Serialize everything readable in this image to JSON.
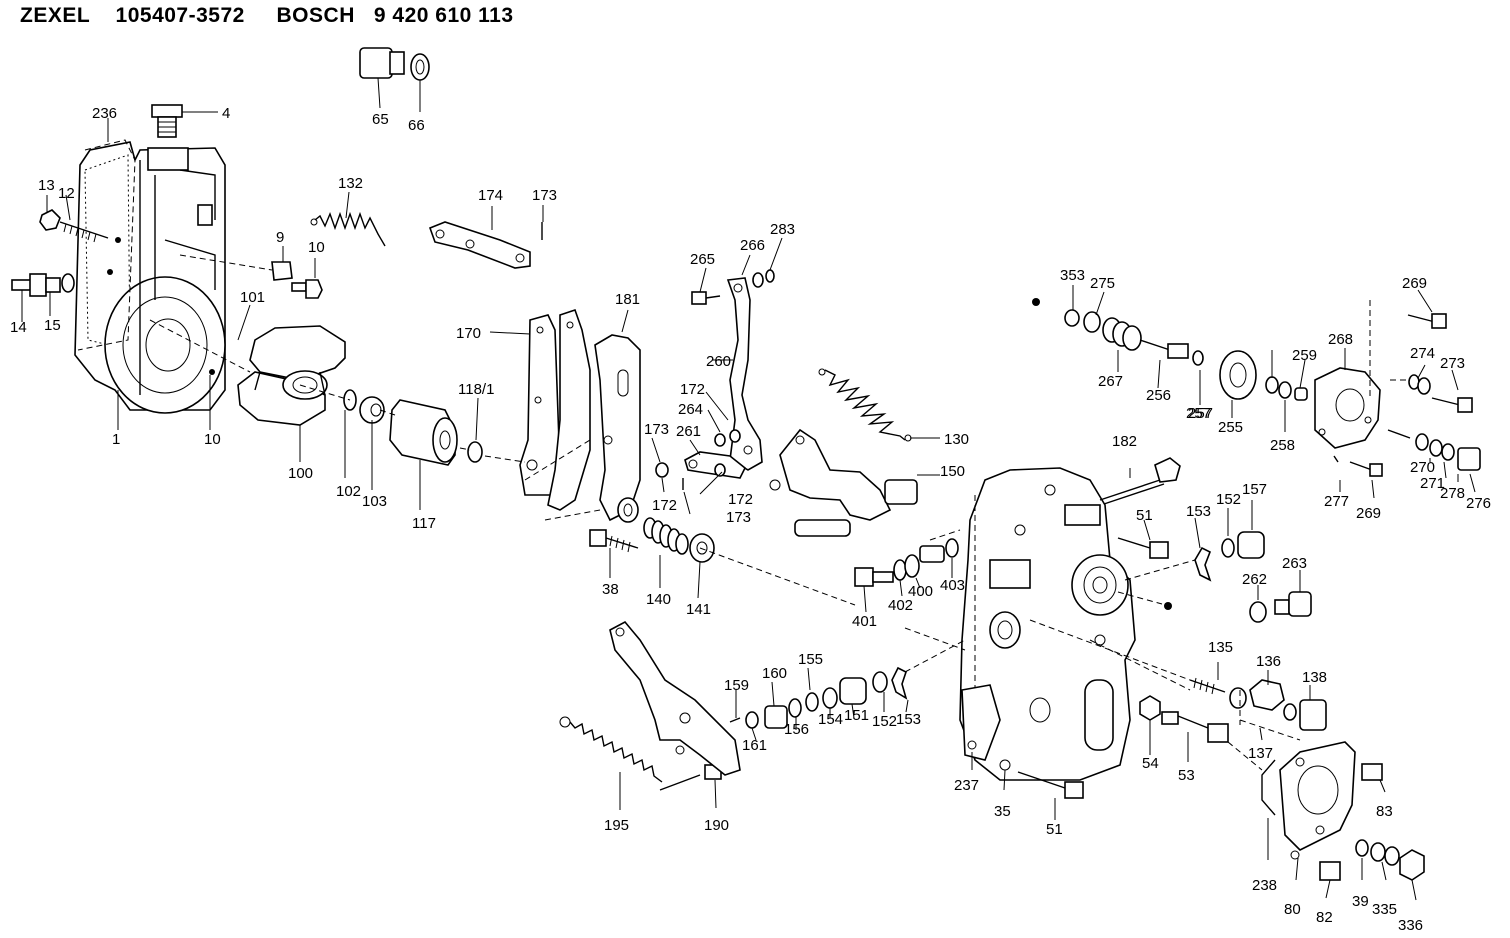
{
  "header": {
    "maker1": "ZEXEL",
    "part_no1": "105407-3572",
    "maker2": "BOSCH",
    "part_no2": "9 420 610 113"
  },
  "callouts": [
    "65",
    "66",
    "4",
    "236",
    "13",
    "12",
    "14",
    "15",
    "1",
    "10",
    "9",
    "10",
    "132",
    "174",
    "173",
    "101",
    "100",
    "102",
    "103",
    "117",
    "118/1",
    "170",
    "181",
    "265",
    "266",
    "283",
    "260",
    "172",
    "264",
    "173",
    "261",
    "172",
    "172",
    "173",
    "38",
    "140",
    "141",
    "130",
    "150",
    "353",
    "275",
    "267",
    "256",
    "257",
    "255",
    "257",
    "258",
    "259",
    "268",
    "269",
    "274",
    "273",
    "270",
    "271",
    "278",
    "276",
    "277",
    "269",
    "182",
    "51",
    "153",
    "152",
    "157",
    "262",
    "263",
    "401",
    "402",
    "400",
    "403",
    "135",
    "136",
    "138",
    "137",
    "54",
    "53",
    "159",
    "160",
    "155",
    "161",
    "156",
    "154",
    "151",
    "152",
    "153",
    "195",
    "190",
    "237",
    "35",
    "51",
    "238",
    "80",
    "82",
    "83",
    "39",
    "335",
    "336"
  ]
}
